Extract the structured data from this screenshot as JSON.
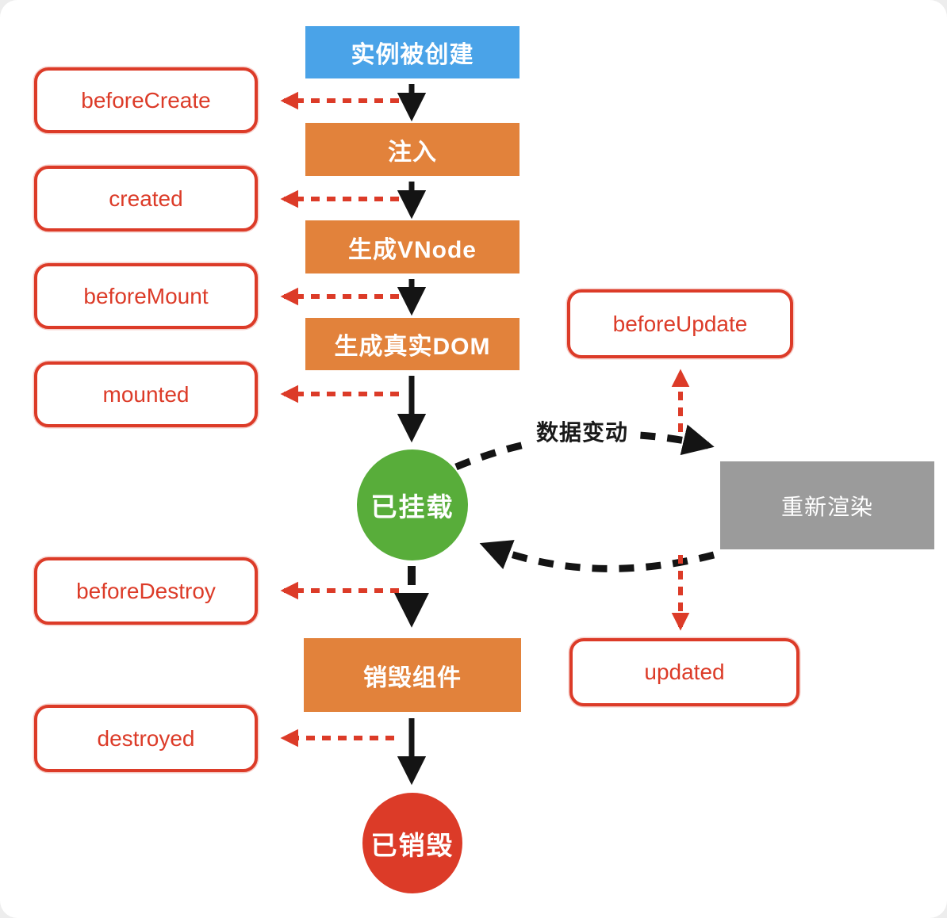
{
  "colors": {
    "blue": "#4AA3E8",
    "orange": "#E2823B",
    "red": "#DC3B28",
    "green": "#58AD3A",
    "gray": "#9B9B9B",
    "arrow_black": "#141414"
  },
  "nodes": {
    "instance_created": "实例被创建",
    "inject": "注入",
    "generate_vnode": "生成VNode",
    "generate_real_dom": "生成真实DOM",
    "mounted_state": "已挂载",
    "rerender": "重新渲染",
    "destroy_component": "销毁组件",
    "destroyed_state": "已销毁"
  },
  "hooks": {
    "before_create": "beforeCreate",
    "created": "created",
    "before_mount": "beforeMount",
    "mounted": "mounted",
    "before_update": "beforeUpdate",
    "updated": "updated",
    "before_destroy": "beforeDestroy",
    "destroyed": "destroyed"
  },
  "labels": {
    "data_change": "数据变动"
  }
}
